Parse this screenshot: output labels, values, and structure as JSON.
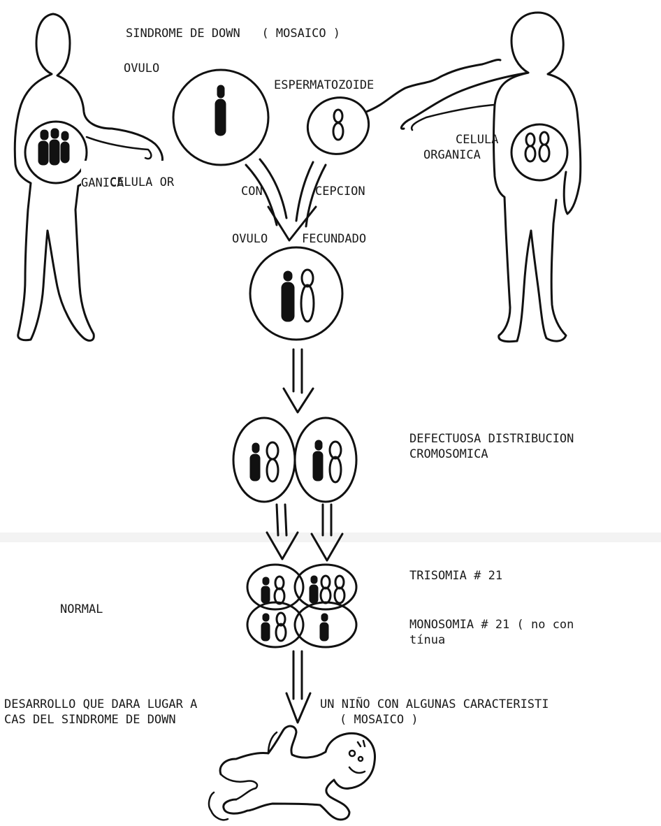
{
  "title": "SINDROME DE DOWN   ( MOSAICO )",
  "labels": {
    "ovulo": "OVULO",
    "espermatozoide": "ESPERMATOZOIDE",
    "celula_or_left_line1": "CELULA OR",
    "celula_or_left_line2": "GANICA",
    "celula_right_line1": "CELULA",
    "celula_right_line2": "ORGANICA",
    "con": "CON",
    "cepcion": "CEPCION",
    "ovulo_fecundado_a": "OVULO",
    "ovulo_fecundado_b": "FECUNDADO",
    "defectuosa_line1": "DEFECTUOSA DISTRIBUCION",
    "defectuosa_line2": "CROMOSOMICA",
    "trisomia": "TRISOMIA # 21",
    "normal": "NORMAL",
    "monosomia_line1": "MONOSOMIA # 21 ( no con",
    "monosomia_line2": "tínua",
    "desarrollo_line1": "DESARROLLO QUE DARA LUGAR A",
    "desarrollo_line1b": "UN NIÑO CON ALGUNAS CARACTERISTI",
    "desarrollo_line2": "CAS DEL SINDROME DE DOWN",
    "mosaico": "( MOSAICO )"
  }
}
